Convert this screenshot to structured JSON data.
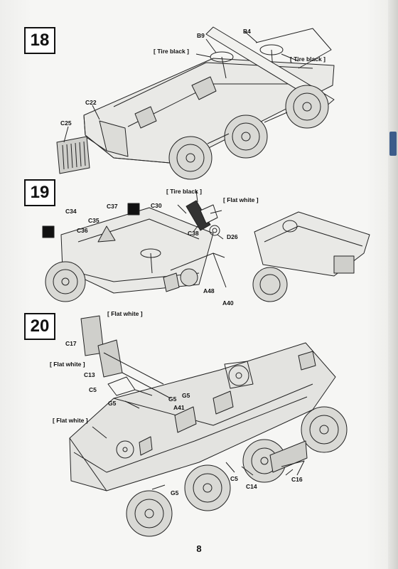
{
  "steps": [
    {
      "number": "18",
      "labels": [
        "B9",
        "B4",
        "[ Tire black ]",
        "[ Tire black ]",
        "C22",
        "C25"
      ]
    },
    {
      "number": "19",
      "labels": [
        "[ Tire black ]",
        "C30",
        "[ Flat white ]",
        "C38",
        "D26",
        "C34",
        "C37",
        "C35",
        "C36",
        "A48",
        "A40"
      ]
    },
    {
      "number": "20",
      "labels": [
        "[ Flat white ]",
        "C17",
        "[ Flat white ]",
        "C13",
        "C5",
        "G5",
        "G5",
        "G5",
        "A41",
        "[ Flat white ]",
        "C5",
        "C14",
        "C16",
        "G5"
      ]
    }
  ],
  "page_number": "8"
}
